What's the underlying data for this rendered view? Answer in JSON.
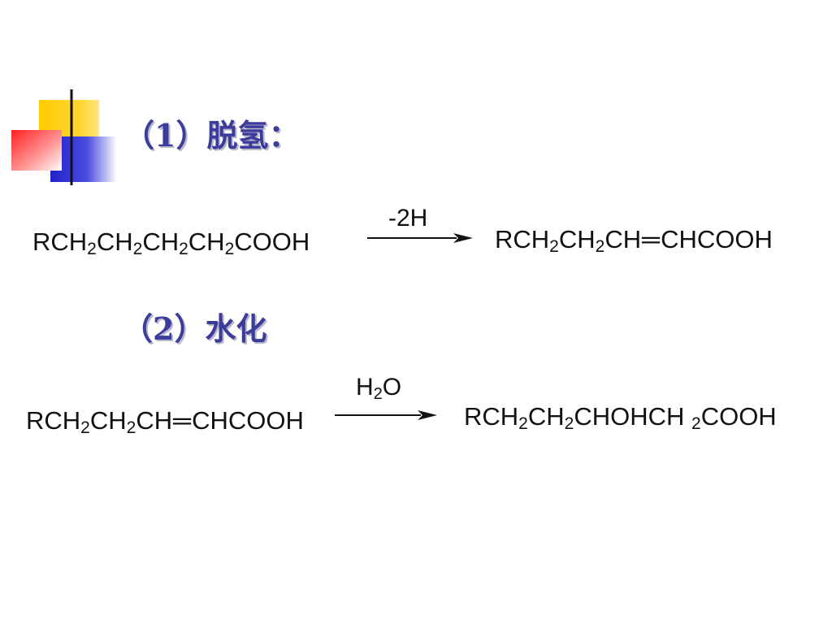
{
  "slide": {
    "step1": {
      "heading": "（1）脱氢：",
      "reactant": [
        "RCH",
        "2",
        "CH",
        "2",
        "CH",
        "2",
        "CH",
        "2",
        "COOH"
      ],
      "condition": "-2H",
      "product": [
        "RCH",
        "2",
        "CH",
        "2",
        "CH",
        "═",
        "CHCOOH"
      ]
    },
    "step2": {
      "heading": "（2）水化",
      "reactant": [
        "RCH",
        "2",
        "CH",
        "2",
        "CH",
        "═",
        "CHCOOH"
      ],
      "condition": [
        "H",
        "2",
        "O"
      ],
      "product": [
        "RCH",
        "2",
        "CH",
        "2",
        "CHOHCH ",
        "2",
        "COOH"
      ]
    }
  },
  "colors": {
    "heading": "#3c3c9c",
    "deco_yellow": "#ffcc00",
    "deco_blue": "#2a2ad0",
    "deco_red": "#ff3333"
  }
}
